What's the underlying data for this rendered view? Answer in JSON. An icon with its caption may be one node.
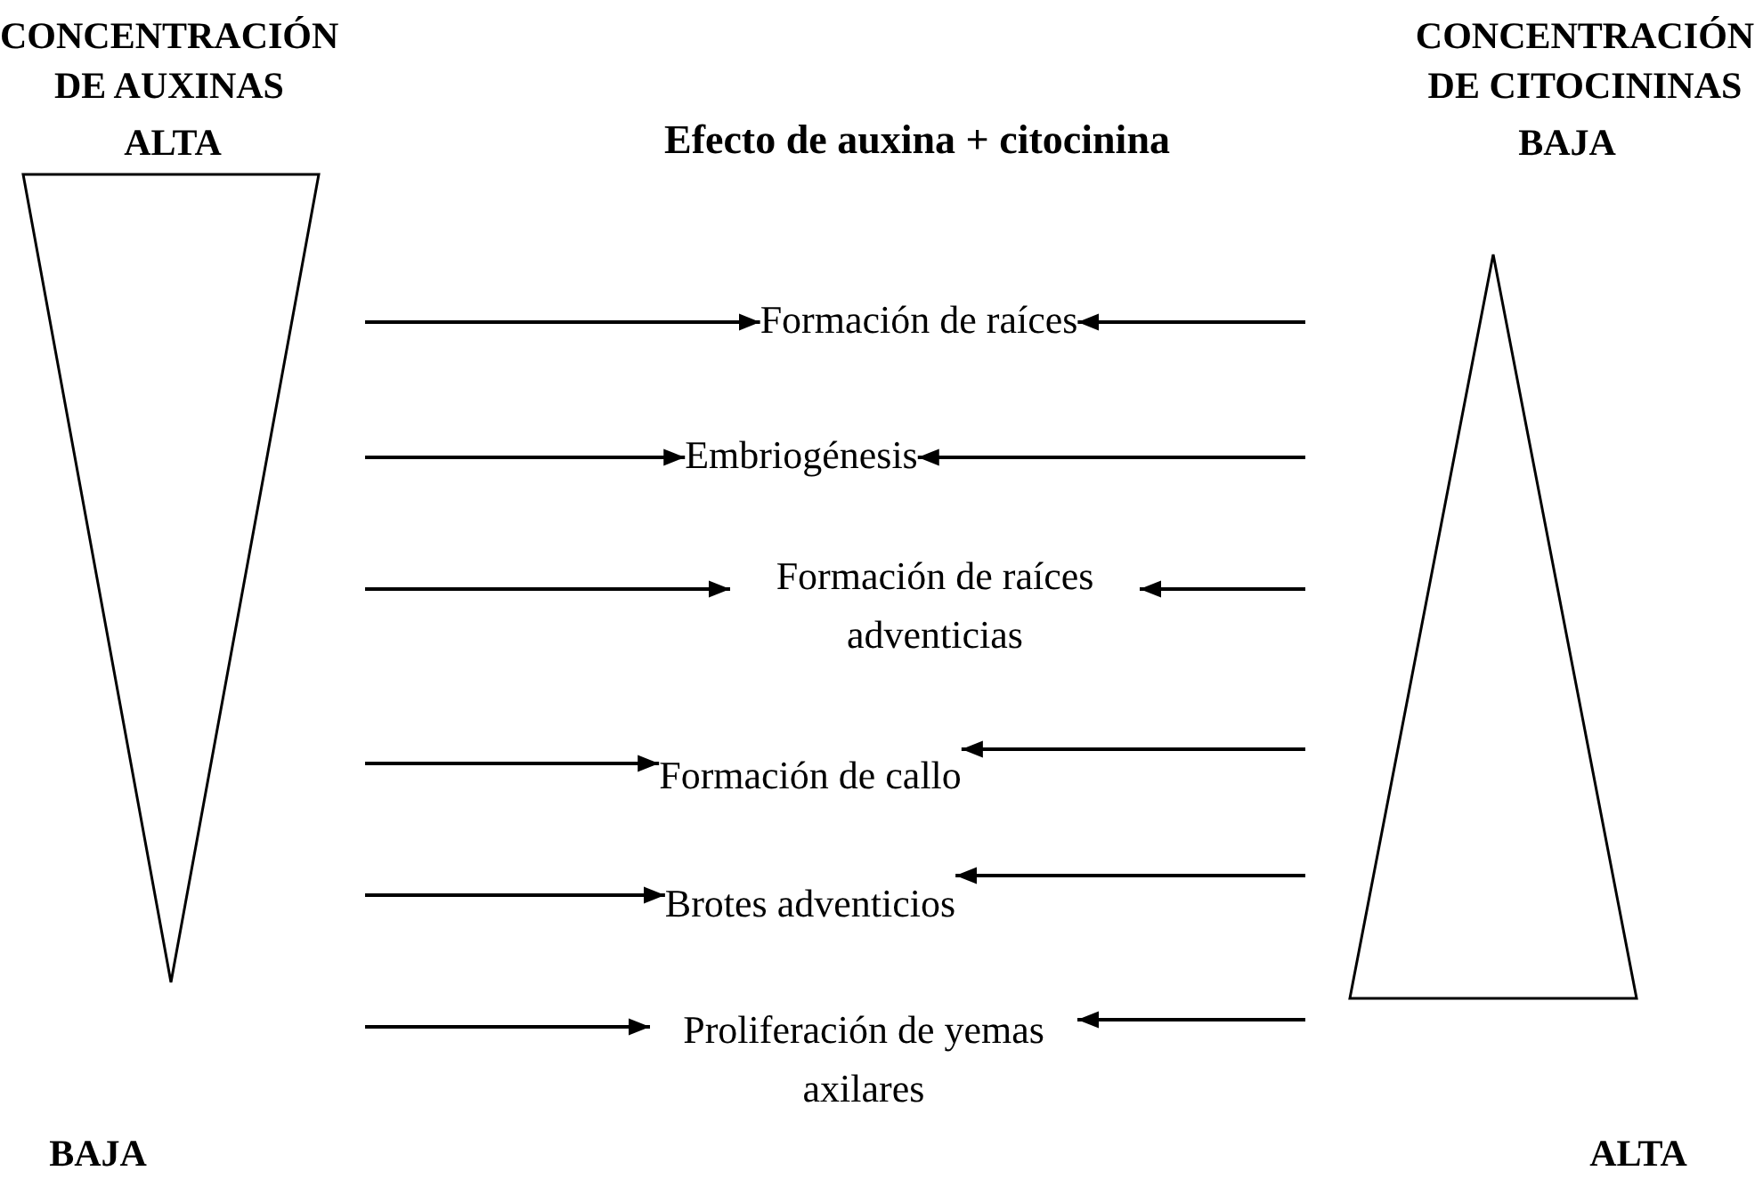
{
  "diagram": {
    "title": "Efecto de auxina + citocinina",
    "nodes": [
      {
        "text": [],
        "shape": "triangle"
      },
      {
        "text": [],
        "shape": "triangle"
      },
      {
        "text": [
          "Formación de raíces"
        ]
      },
      {
        "text": [
          "Embriogénesis"
        ]
      },
      {
        "text": [
          "Formación de raíces adventicias"
        ]
      },
      {
        "text": [
          "Formación de callo"
        ]
      },
      {
        "text": [
          "Brotes adventicios"
        ]
      },
      {
        "text": [
          "Proliferación de yemas axilares"
        ]
      }
    ],
    "edges": [
      {
        "from": null,
        "to": 2,
        "arrow": "to"
      },
      {
        "from": null,
        "to": 3,
        "arrow": "to"
      },
      {
        "from": null,
        "to": 4,
        "arrow": "to"
      },
      {
        "from": null,
        "to": 5,
        "arrow": "to"
      },
      {
        "from": null,
        "to": 6,
        "arrow": "to"
      },
      {
        "from": null,
        "to": 7,
        "arrow": "to"
      },
      {
        "from": null,
        "to": 2,
        "arrow": "to"
      },
      {
        "from": null,
        "to": 3,
        "arrow": "to"
      },
      {
        "from": null,
        "to": 4,
        "arrow": "to"
      },
      {
        "from": null,
        "to": 5,
        "arrow": "to"
      },
      {
        "from": null,
        "to": 6,
        "arrow": "to"
      },
      {
        "from": null,
        "to": 7,
        "arrow": "to"
      }
    ],
    "labels": [
      "CONCENTRACIÓN DE AUXINAS",
      "ALTA",
      "CONCENTRACIÓN DE CITOCININAS",
      "BAJA",
      "BAJA",
      "ALTA"
    ]
  }
}
